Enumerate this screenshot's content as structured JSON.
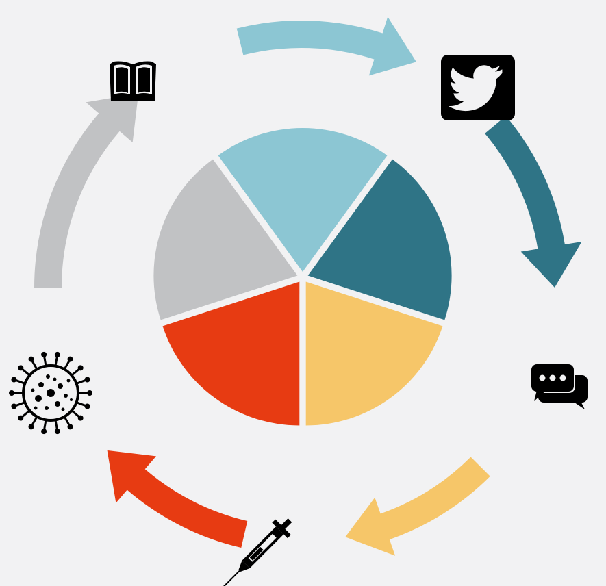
{
  "diagram": {
    "colors": {
      "background": "#f2f2f3",
      "light_blue": "#8cc6d3",
      "teal": "#2f7486",
      "yellow": "#f6c669",
      "red": "#e73b12",
      "grey": "#c1c2c4",
      "icon": "#000000"
    },
    "segments": [
      {
        "color": "light_blue",
        "icon": "twitter-icon"
      },
      {
        "color": "teal",
        "icon": "chat-bubbles-icon"
      },
      {
        "color": "yellow",
        "icon": "syringe-icon"
      },
      {
        "color": "red",
        "icon": "virus-icon"
      },
      {
        "color": "grey",
        "icon": "open-book-icon"
      }
    ],
    "flow": "clockwise"
  }
}
